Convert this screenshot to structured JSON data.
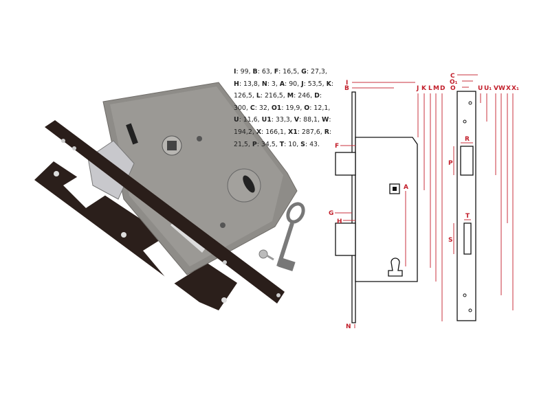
{
  "specs": [
    {
      "k": "I",
      "v": "99"
    },
    {
      "k": "B",
      "v": "63"
    },
    {
      "k": "F",
      "v": "16,5"
    },
    {
      "k": "G",
      "v": "27,3"
    },
    {
      "k": "H",
      "v": "13,8"
    },
    {
      "k": "N",
      "v": "3"
    },
    {
      "k": "A",
      "v": "90"
    },
    {
      "k": "J",
      "v": "53,5"
    },
    {
      "k": "K",
      "v": "126,5"
    },
    {
      "k": "L",
      "v": "216,5"
    },
    {
      "k": "M",
      "v": "246"
    },
    {
      "k": "D",
      "v": "300"
    },
    {
      "k": "C",
      "v": "32"
    },
    {
      "k": "O1",
      "v": "19,9"
    },
    {
      "k": "O",
      "v": "12,1"
    },
    {
      "k": "U",
      "v": "11,6"
    },
    {
      "k": "U1",
      "v": "33,3"
    },
    {
      "k": "V",
      "v": "88,1"
    },
    {
      "k": "W",
      "v": "194,2"
    },
    {
      "k": "X",
      "v": "166,1"
    },
    {
      "k": "X1",
      "v": "287,6"
    },
    {
      "k": "R",
      "v": "21,5"
    },
    {
      "k": "P",
      "v": "34,5"
    },
    {
      "k": "T",
      "v": "10"
    },
    {
      "k": "S",
      "v": "43"
    }
  ],
  "diagram": {
    "labels": {
      "I": "I",
      "B": "B",
      "J": "J",
      "K": "K",
      "L": "L",
      "M": "M",
      "D": "D",
      "C": "C",
      "O1": "O₁",
      "O": "O",
      "U": "U",
      "U1": "U₁",
      "V": "V",
      "W": "W",
      "X": "X",
      "X1": "X₁",
      "F": "F",
      "G": "G",
      "H": "H",
      "A": "A",
      "N": "N",
      "R": "R",
      "P": "P",
      "T": "T",
      "S": "S"
    }
  },
  "colors": {
    "accent": "#c8323c",
    "faceplate": "#2a1e1a",
    "body": "#8e8c88"
  }
}
